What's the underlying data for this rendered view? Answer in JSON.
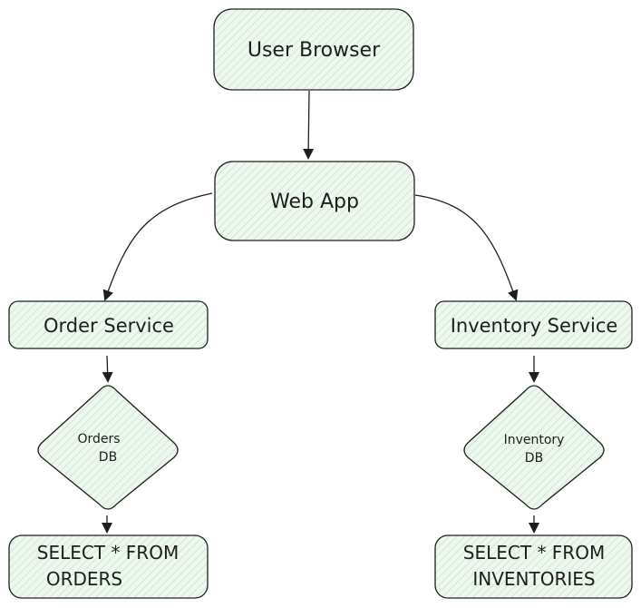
{
  "nodes": {
    "user_browser": {
      "label": "User Browser"
    },
    "web_app": {
      "label": "Web App"
    },
    "order_service": {
      "label": "Order Service"
    },
    "inventory_service": {
      "label": "Inventory Service"
    },
    "orders_db": {
      "line1": "Orders",
      "line2": "DB"
    },
    "inventory_db": {
      "line1": "Inventory",
      "line2": "DB"
    },
    "orders_query": {
      "line1": "SELECT * FROM",
      "line2": "ORDERS"
    },
    "inventory_query": {
      "line1": "SELECT * FROM",
      "line2": "INVENTORIES"
    }
  },
  "colors": {
    "fill": "#eef8ef",
    "hatch": "#b9dfbe",
    "stroke": "#1e1e1e"
  }
}
